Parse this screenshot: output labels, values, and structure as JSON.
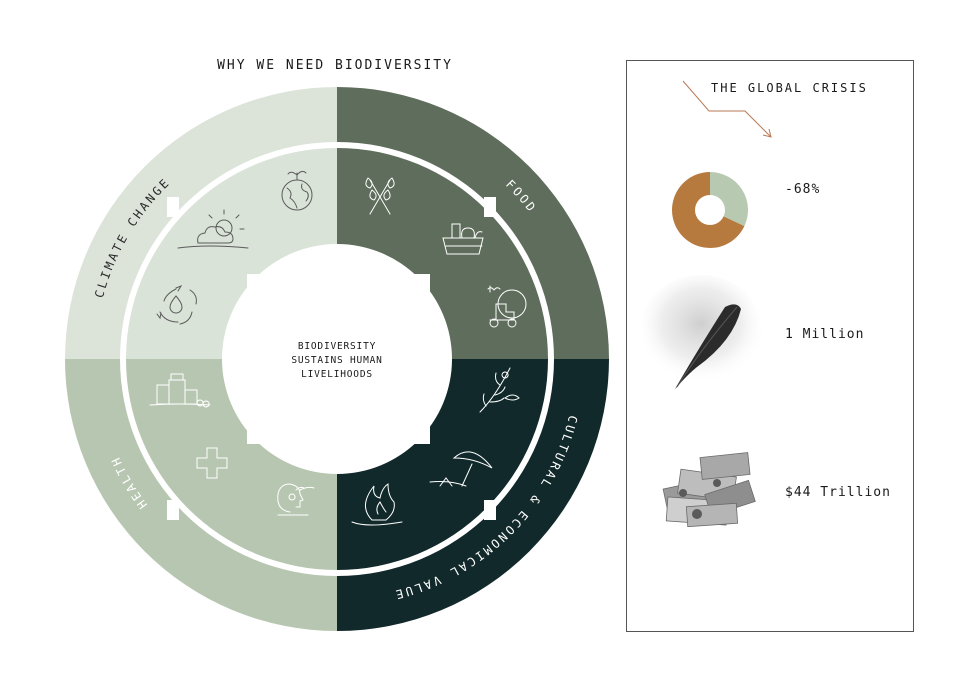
{
  "main_title": "WHY WE NEED BIODIVERSITY",
  "center_lines": [
    "BIODIVERSITY",
    "SUSTAINS HUMAN",
    "LIVELIHOODS"
  ],
  "segments": {
    "climate": "CLIMATE CHANGE",
    "food": "FOOD",
    "cultural": "CULTURAL & ECONOMICAL VALUE",
    "health": "HEALTH"
  },
  "colors": {
    "climate_outer": "#dce4da",
    "climate_inner": "#dae3d8",
    "food_outer": "#5f6d5c",
    "food_inner": "#5f6d5c",
    "cultural_outer": "#12292b",
    "cultural_inner": "#12292b",
    "health_outer": "#b7c6b0",
    "health_inner": "#b7c6b0",
    "donut_orange": "#b77a3e",
    "donut_green": "#b7c9b0",
    "arrow": "#b77a55"
  },
  "icons": {
    "climate": [
      "globe-sprout-icon",
      "sun-cloud-icon",
      "water-cycle-icon"
    ],
    "food": [
      "wheat-icon",
      "basket-icon",
      "tractor-icon"
    ],
    "cultural": [
      "olive-branch-icon",
      "beach-umbrella-icon",
      "campfire-icon"
    ],
    "health": [
      "medicine-bottles-icon",
      "medical-cross-icon",
      "head-flower-icon"
    ]
  },
  "crisis": {
    "title": "THE GLOBAL CRISIS",
    "donut_percent": 32,
    "stats": [
      "-68%",
      "1 Million",
      "$44 Trillion"
    ],
    "icons": [
      "decline-donut-icon",
      "feather-icon",
      "money-stack-icon"
    ]
  }
}
